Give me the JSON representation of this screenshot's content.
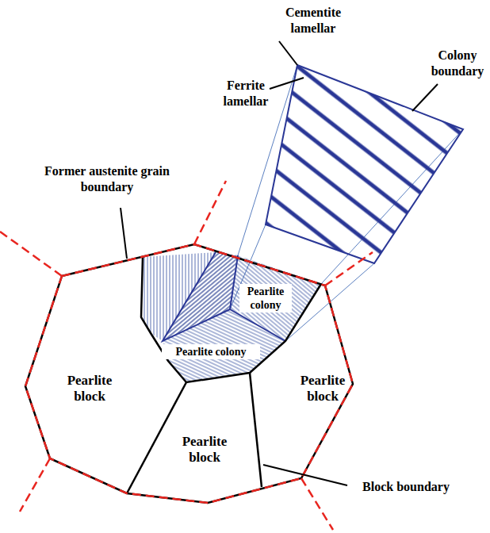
{
  "diagram": {
    "nodes": [
      {
        "text": [
          "Pearlite colony"
        ]
      },
      {
        "text": [
          "Pearlite colony"
        ]
      },
      {
        "text": [
          "Pearlite block"
        ]
      },
      {
        "text": [
          "Pearlite block"
        ]
      },
      {
        "text": [
          "Pearlite block"
        ]
      }
    ],
    "labels": [
      "Cementite lamellar",
      "Colony boundary",
      "Ferrite lamellar",
      "Former austenite grain boundary",
      "Block boundary"
    ]
  }
}
